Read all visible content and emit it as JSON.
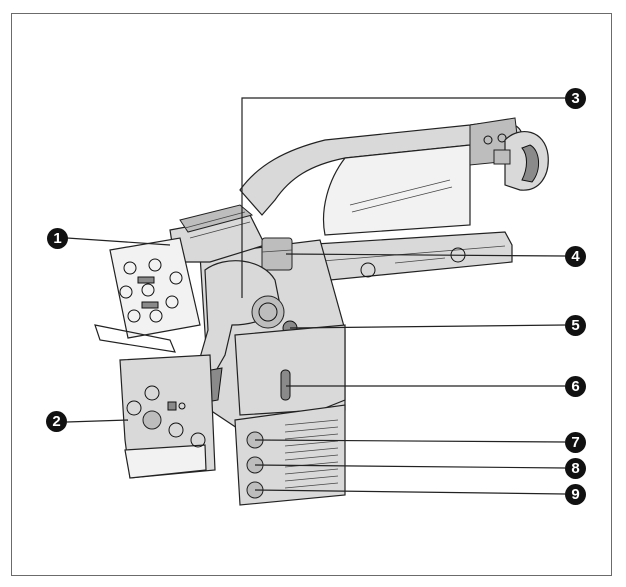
{
  "callouts": [
    {
      "label": "1"
    },
    {
      "label": "2"
    },
    {
      "label": "3"
    },
    {
      "label": "4"
    },
    {
      "label": "5"
    },
    {
      "label": "6"
    },
    {
      "label": "7"
    },
    {
      "label": "8"
    },
    {
      "label": "9"
    }
  ],
  "colors": {
    "ink": "#111111",
    "body": "#d9d9d9",
    "shade": "#8a8a8a",
    "frame": "#6b6b6b"
  }
}
